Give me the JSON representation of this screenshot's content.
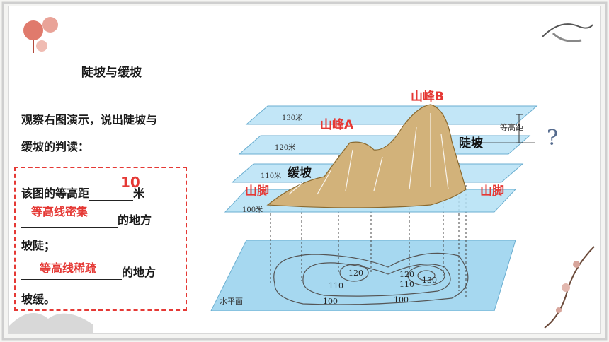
{
  "topic": "陡坡与缓坡",
  "question": {
    "line1": "观察右图演示，说出陡坡与",
    "line2": "缓坡的判读："
  },
  "answer_box": {
    "l1_prefix": "该图的等高距",
    "l1_answer": "10",
    "l1_suffix": "米",
    "l2_answer": "等高线密集",
    "l2_suffix": "的地方",
    "l3": "坡陡；",
    "l4_answer": "等高线稀疏",
    "l4_suffix": "的地方",
    "l5": "坡缓。"
  },
  "figure": {
    "plane_labels": [
      "130米",
      "120米",
      "110米",
      "100米"
    ],
    "base_plane_label": "水平面",
    "interval_label": "等高距",
    "peak_a": "山峰A",
    "peak_b": "山峰B",
    "steep_label": "陡坡",
    "gentle_label": "缓坡",
    "foot_left": "山脚",
    "foot_right": "山脚",
    "contour_numbers": [
      "130",
      "120",
      "120",
      "110",
      "110",
      "100",
      "100"
    ],
    "question_mark": "?"
  },
  "colors": {
    "accent_red": "#e53935",
    "plane_blue": "#9fd3ef",
    "mountain": "#c8a15c"
  }
}
